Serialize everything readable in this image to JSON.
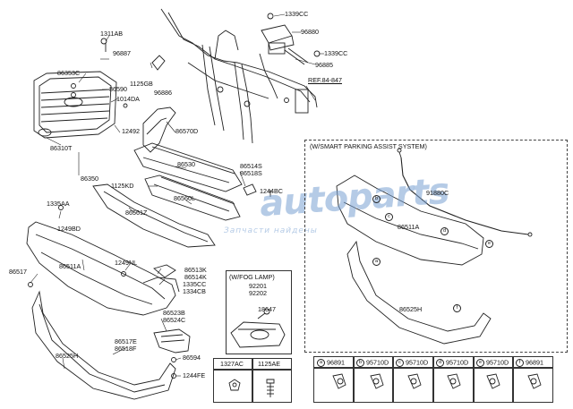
{
  "labels": {
    "p1339cc_a": "1339CC",
    "p96880": "96880",
    "p1339cc_b": "1339CC",
    "p96885": "96885",
    "ref": "REF.84-847",
    "p1311ab": "1311AB",
    "p86353c": "86353C",
    "p96887": "96887",
    "p1125gb": "1125GB",
    "p86590": "86590",
    "p1014da": "1014DA",
    "p96886": "96886",
    "p12492": "12492",
    "p86310t": "86310T",
    "p86350": "86350",
    "p86570d": "86570D",
    "p86530": "86530",
    "p86514s": "86514S",
    "p86518s": "86518S",
    "p1244bc": "1244BC",
    "p1125kd": "1125KD",
    "p86560l": "86560L",
    "p86561z": "86561Z",
    "p1335aa": "1335AA",
    "p1249bd": "1249BD",
    "p86517": "86517",
    "p86511a_left": "86511A",
    "p1249nl": "1249NL",
    "p86513k": "86513K",
    "p86514k": "86514K",
    "p1335cc": "1335CC",
    "p1334cb": "1334CB",
    "p86523b": "86523B",
    "p86524c": "86524C",
    "p86517e": "86517E",
    "p86518f": "86518F",
    "p86525h_left": "86525H",
    "p86594": "86594",
    "p1244fe": "1244FE"
  },
  "fog_box": {
    "title": "(W/FOG LAMP)",
    "p92201": "92201",
    "p92202": "92202",
    "p18647": "18647"
  },
  "fastener_table": {
    "h1": "1327AC",
    "h2": "1125AE"
  },
  "spas_box": {
    "title": "(W/SMART PARKING ASSIST SYSTEM)",
    "p91880c": "91880C",
    "p86511a": "86511A",
    "p86525h": "86525H",
    "callouts": [
      "b",
      "c",
      "d",
      "e",
      "a",
      "f"
    ]
  },
  "sensor_table": [
    {
      "key": "a",
      "part": "96891"
    },
    {
      "key": "b",
      "part": "95710D"
    },
    {
      "key": "c",
      "part": "95710D"
    },
    {
      "key": "d",
      "part": "95710D"
    },
    {
      "key": "e",
      "part": "95710D"
    },
    {
      "key": "f",
      "part": "96891"
    }
  ],
  "watermark": {
    "brand": "autoparts",
    "tagline": "Запчасти найдены"
  }
}
